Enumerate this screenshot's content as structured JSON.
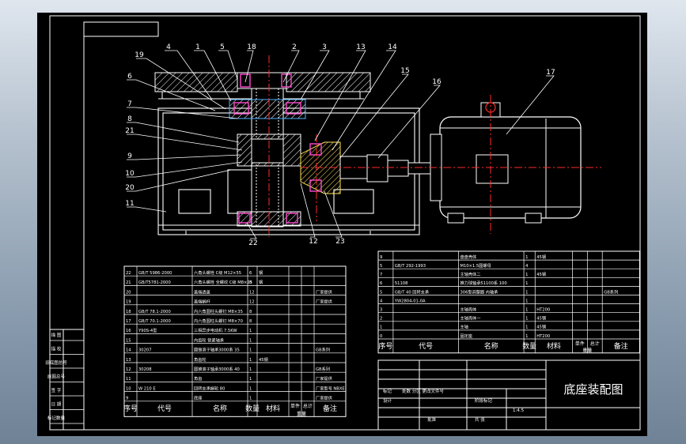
{
  "balloons": [
    "19",
    "4",
    "1",
    "5",
    "18",
    "2",
    "3",
    "13",
    "14",
    "15",
    "16",
    "17",
    "6",
    "7",
    "8",
    "21",
    "9",
    "10",
    "20",
    "11",
    "22",
    "12",
    "23"
  ],
  "bom_left": {
    "header": [
      "序号",
      "代号",
      "名称",
      "数量",
      "材料",
      "单件",
      "总计",
      "备注"
    ],
    "header_sub": "重量",
    "rows": [
      [
        "22",
        "GB/T 5986-2000",
        "六角头螺栓 C级 M12×55",
        "6",
        "钢",
        "",
        "",
        ""
      ],
      [
        "21",
        "GB/T5781-2000",
        "六角头螺栓 全螺纹 C级 M8×25",
        "8",
        "钢",
        "",
        "",
        ""
      ],
      [
        "20",
        "",
        "盖端透盖",
        "12",
        "",
        "",
        "",
        "厂家提供"
      ],
      [
        "19",
        "",
        "盖端蜗杆",
        "12",
        "",
        "",
        "",
        "厂家提供"
      ],
      [
        "18",
        "GB/T 78.1-2000",
        "内六角圆柱头螺钉 M8×35",
        "8",
        "",
        "",
        "",
        ""
      ],
      [
        "17",
        "GB/T 70.1-2000",
        "内六角圆柱头螺钉 M8×70",
        "8",
        "",
        "",
        "",
        ""
      ],
      [
        "16",
        "Y90S-4型",
        "三相异步电动机 7.5KW",
        "1",
        "",
        "",
        "",
        ""
      ],
      [
        "15",
        "",
        "内齿轮 锁紧轴承",
        "1",
        "",
        "",
        "",
        ""
      ],
      [
        "14",
        "30207",
        "圆锥滚子轴承3000系 35",
        "1",
        "",
        "",
        "",
        "GB系列"
      ],
      [
        "13",
        "",
        "角齿轮",
        "1",
        "45钢",
        "",
        "",
        ""
      ],
      [
        "12",
        "30208",
        "圆锥滚子轴承3000系 40",
        "1",
        "",
        "",
        "",
        "GB系列"
      ],
      [
        "11",
        "",
        "角齿",
        "1",
        "",
        "",
        "",
        "厂家提供"
      ],
      [
        "10",
        "W 210 E",
        "回转支承蜗轮 80",
        "1",
        "",
        "",
        "",
        "厂家型号 NBXE"
      ],
      [
        "9",
        "",
        "底座",
        "1",
        "",
        "",
        "",
        "厂家提供"
      ]
    ]
  },
  "bom_right": {
    "header": [
      "序号",
      "代号",
      "名称",
      "数量",
      "材料",
      "单件",
      "总计",
      "备注"
    ],
    "header_sub": "重量",
    "rows": [
      [
        "9",
        "",
        "盘盘壳体",
        "1",
        "45钢",
        "",
        "",
        ""
      ],
      [
        "5",
        "GB/T 292-1993",
        "M10×1.5圆螺母",
        "4",
        "",
        "",
        "",
        ""
      ],
      [
        "7",
        "",
        "主轴壳体二",
        "1",
        "45钢",
        "",
        "",
        ""
      ],
      [
        "6",
        "51108",
        "推力球轴承51100系 100",
        "1",
        "",
        "",
        "",
        ""
      ],
      [
        "5",
        "GB/T 40 回转支承",
        "306型调整圈 内轴承",
        "1",
        "",
        "",
        "",
        "GB系列"
      ],
      [
        "4",
        "YW2804-01-0A",
        "",
        "1",
        "",
        "",
        "",
        ""
      ],
      [
        "3",
        "",
        "主轴壳体",
        "1",
        "HT200",
        "",
        "",
        ""
      ],
      [
        "2",
        "",
        "主轴壳体一",
        "1",
        "45钢",
        "",
        "",
        ""
      ],
      [
        "1",
        "",
        "主轴",
        "1",
        "45钢",
        "",
        "",
        ""
      ],
      [
        "0",
        "",
        "固定座",
        "1",
        "HT200",
        "",
        "",
        ""
      ]
    ]
  },
  "title_block": {
    "title": "底座装配图",
    "labels": [
      "标记",
      "处数 分区 更改文件号",
      "设计",
      "阶段标记",
      "1:4.5",
      "共 张",
      "批准"
    ]
  },
  "signoff": [
    "描 图",
    "描 校",
    "旧底图总号",
    "底图总号",
    "签 字",
    "日 期",
    "标记数量"
  ]
}
